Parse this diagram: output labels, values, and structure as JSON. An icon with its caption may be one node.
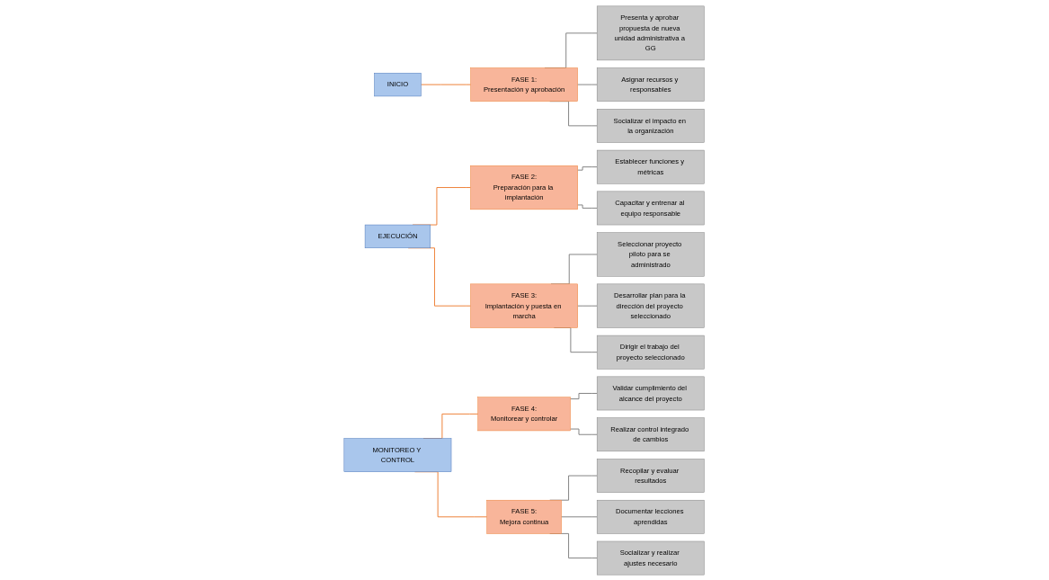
{
  "diagram": {
    "nodes": [
      {
        "text": [
          "INICIO"
        ]
      },
      {
        "text": [
          "EJECUCIÓN"
        ]
      },
      {
        "text": [
          "MONITOREO Y CONTROL"
        ]
      },
      {
        "text": [
          "FASE 1:",
          "Presentación y aprobación"
        ]
      },
      {
        "text": [
          "FASE 2:",
          "Preparación para la implantación"
        ]
      },
      {
        "text": [
          "FASE 3:",
          "Implantación y puesta en marcha"
        ]
      },
      {
        "text": [
          "FASE 4:",
          "Monitorear y controlar"
        ]
      },
      {
        "text": [
          "FASE 5:",
          "Mejora continua"
        ]
      },
      {
        "text": [
          "Presenta y aprobar propuesta de nueva unidad administrativa a GG"
        ]
      },
      {
        "text": [
          "Asignar recursos y responsables"
        ]
      },
      {
        "text": [
          "Socializar el impacto en la organización"
        ]
      },
      {
        "text": [
          "Establecer funciones y métricas"
        ]
      },
      {
        "text": [
          "Capacitar y entrenar al equipo responsable"
        ]
      },
      {
        "text": [
          "Seleccionar proyecto piloto para se administrado"
        ]
      },
      {
        "text": [
          "Desarrollar plan para la dirección del proyecto seleccionado"
        ]
      },
      {
        "text": [
          "Dirigir el trabajo del proyecto seleccionado"
        ]
      },
      {
        "text": [
          "Validar cumplimiento del alcance del proyecto"
        ]
      },
      {
        "text": [
          "Realizar control integrado de cambios"
        ]
      },
      {
        "text": [
          "Recopilar y evaluar resultados"
        ]
      },
      {
        "text": [
          "Documentar lecciones aprendidas"
        ]
      },
      {
        "text": [
          "Socializar y realizar ajustes necesario"
        ]
      }
    ],
    "edges": [
      {
        "from": 0,
        "to": 3,
        "arrow": "none",
        "color": "#ed7d31"
      },
      {
        "from": 1,
        "to": 4,
        "arrow": "none",
        "color": "#ed7d31"
      },
      {
        "from": 1,
        "to": 5,
        "arrow": "none",
        "color": "#ed7d31"
      },
      {
        "from": 2,
        "to": 6,
        "arrow": "none",
        "color": "#ed7d31"
      },
      {
        "from": 2,
        "to": 7,
        "arrow": "none",
        "color": "#ed7d31"
      },
      {
        "from": 3,
        "to": 8,
        "arrow": "none"
      },
      {
        "from": 3,
        "to": 9,
        "arrow": "none"
      },
      {
        "from": 3,
        "to": 10,
        "arrow": "none"
      },
      {
        "from": 4,
        "to": 11,
        "arrow": "none"
      },
      {
        "from": 4,
        "to": 12,
        "arrow": "none"
      },
      {
        "from": 5,
        "to": 13,
        "arrow": "none"
      },
      {
        "from": 5,
        "to": 14,
        "arrow": "none"
      },
      {
        "from": 5,
        "to": 15,
        "arrow": "none"
      },
      {
        "from": 6,
        "to": 16,
        "arrow": "none"
      },
      {
        "from": 6,
        "to": 17,
        "arrow": "none"
      },
      {
        "from": 7,
        "to": 18,
        "arrow": "none"
      },
      {
        "from": 7,
        "to": 19,
        "arrow": "none"
      },
      {
        "from": 7,
        "to": 20,
        "arrow": "none"
      }
    ]
  }
}
